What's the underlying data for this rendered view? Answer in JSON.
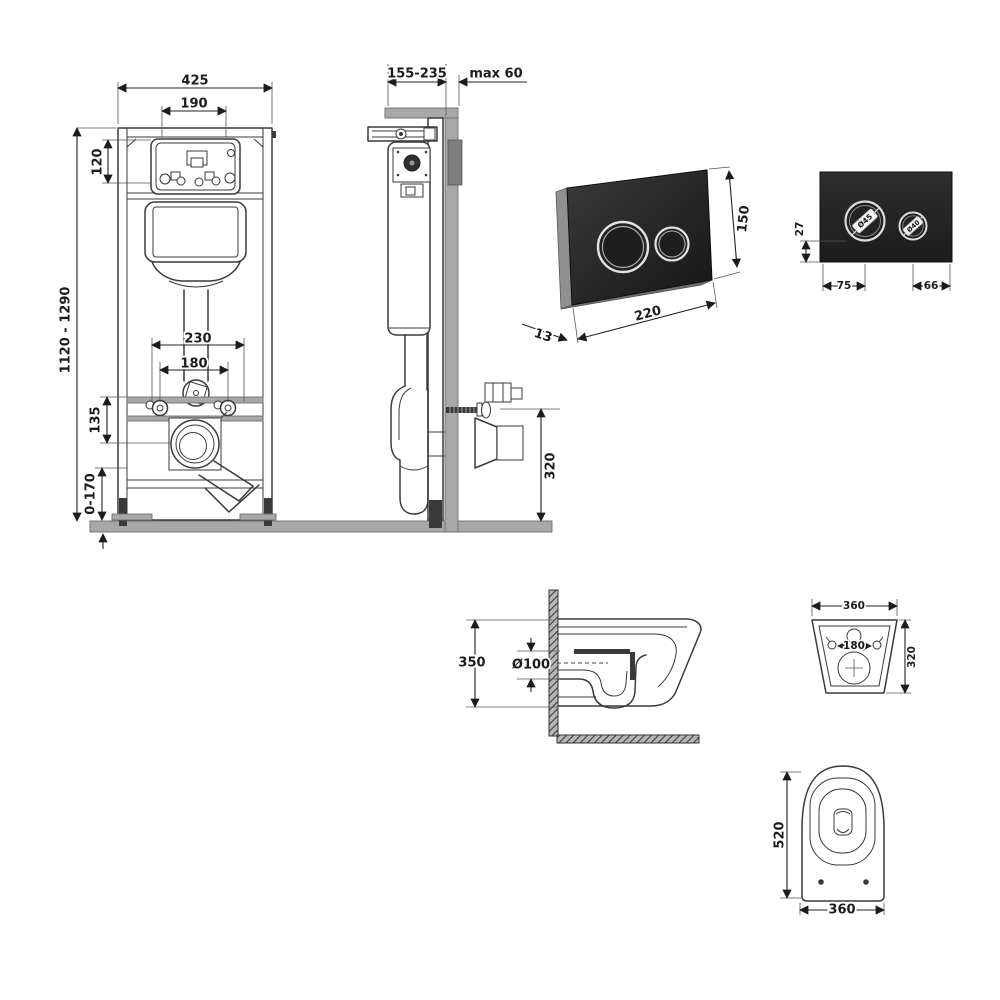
{
  "meta": {
    "background_color": "#ffffff",
    "line_color": "#3a3a3a",
    "metal_gray_color": "#a8a8a8",
    "plate_black_color": "#232323",
    "chrome_ring_color": "#dcdcdc"
  },
  "views": {
    "frame_front": {
      "dims": {
        "top_width": "425",
        "access_panel_width": "190",
        "access_panel_height": "120",
        "install_height_range": "1120 - 1290",
        "fixing_spacing_outer": "230",
        "fixing_spacing_inner": "180",
        "rail_to_outlet": "135",
        "feet_adjust_range": "0-170"
      }
    },
    "frame_side": {
      "dims": {
        "frame_depth_range": "155-235",
        "finish_clearance": "max 60",
        "outlet_height": "320"
      }
    },
    "flush_plate_perspective": {
      "dims": {
        "height": "150",
        "width": "220",
        "thickness": "13"
      }
    },
    "flush_plate_front": {
      "dims": {
        "button_bottom_offset": "27",
        "large_button_center": "75",
        "small_button_center": "66"
      },
      "buttons": {
        "large_label": "Ø45",
        "small_label": "Ø40"
      }
    },
    "bowl_section": {
      "dims": {
        "height": "350",
        "outlet_diameter": "Ø100"
      }
    },
    "bowl_rear": {
      "dims": {
        "width": "360",
        "fixing_spacing": "180",
        "height": "320"
      }
    },
    "bowl_plan": {
      "dims": {
        "depth": "520",
        "width": "360"
      }
    }
  }
}
